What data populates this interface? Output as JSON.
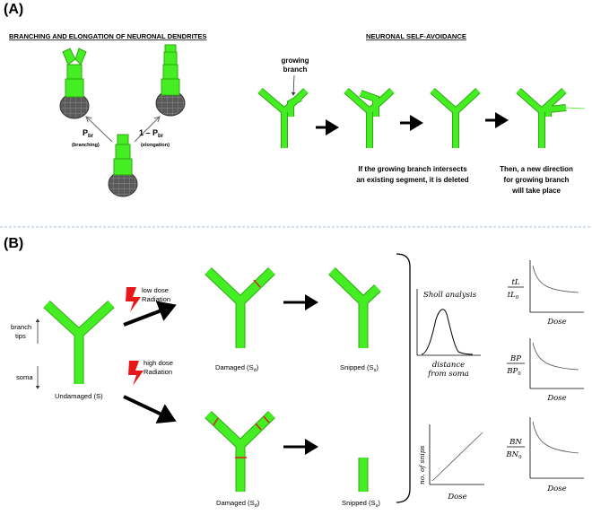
{
  "panel_a": {
    "label": "(A)",
    "left_title": "BRANCHING AND ELONGATION OF NEURONAL DENDRITES",
    "right_title": "NEURONAL SELF-AVOIDANCE",
    "p_br_main": "P",
    "p_br_sub": "br",
    "p_br_caption": "(branching)",
    "one_minus_main": "1 – P",
    "one_minus_sub": "br",
    "one_minus_caption": "(elongation)",
    "growing_branch_line1": "growing",
    "growing_branch_line2": "branch",
    "intersect_text_1": "If the growing branch intersects",
    "intersect_text_2": "an existing segment, it is deleted",
    "new_dir_text_1": "Then, a new direction",
    "new_dir_text_2": "for growing branch",
    "new_dir_text_3": "will take place"
  },
  "panel_b": {
    "label": "(B)",
    "branch_tips_1": "branch",
    "branch_tips_2": "tips",
    "soma": "soma",
    "undamaged": "Undamaged (S)",
    "low_dose_1": "low dose",
    "low_dose_2": "Radiation",
    "high_dose_1": "high dose",
    "high_dose_2": "Radiation",
    "damaged_main": "Damaged (S",
    "damaged_sub": "d",
    "snipped_main": "Snipped (S",
    "snipped_sub": "s",
    "close_paren": ")",
    "sholl_title": "Sholl analysis",
    "sholl_xlabel_1": "distance",
    "sholl_xlabel_2": "from soma",
    "snips_ylabel": "no. of snips",
    "dose": "Dose",
    "tl_num": "tL",
    "tl_den": "tL",
    "bp_num": "BP",
    "bp_den": "BP",
    "bn_num": "BN",
    "bn_den": "BN",
    "zero_sub": "0"
  },
  "colors": {
    "neurite": "#44ee22",
    "neurite_stroke": "#2fa814",
    "soma_fill": "#555555",
    "damage_mark": "#dd2222",
    "bolt": "#e81818"
  }
}
